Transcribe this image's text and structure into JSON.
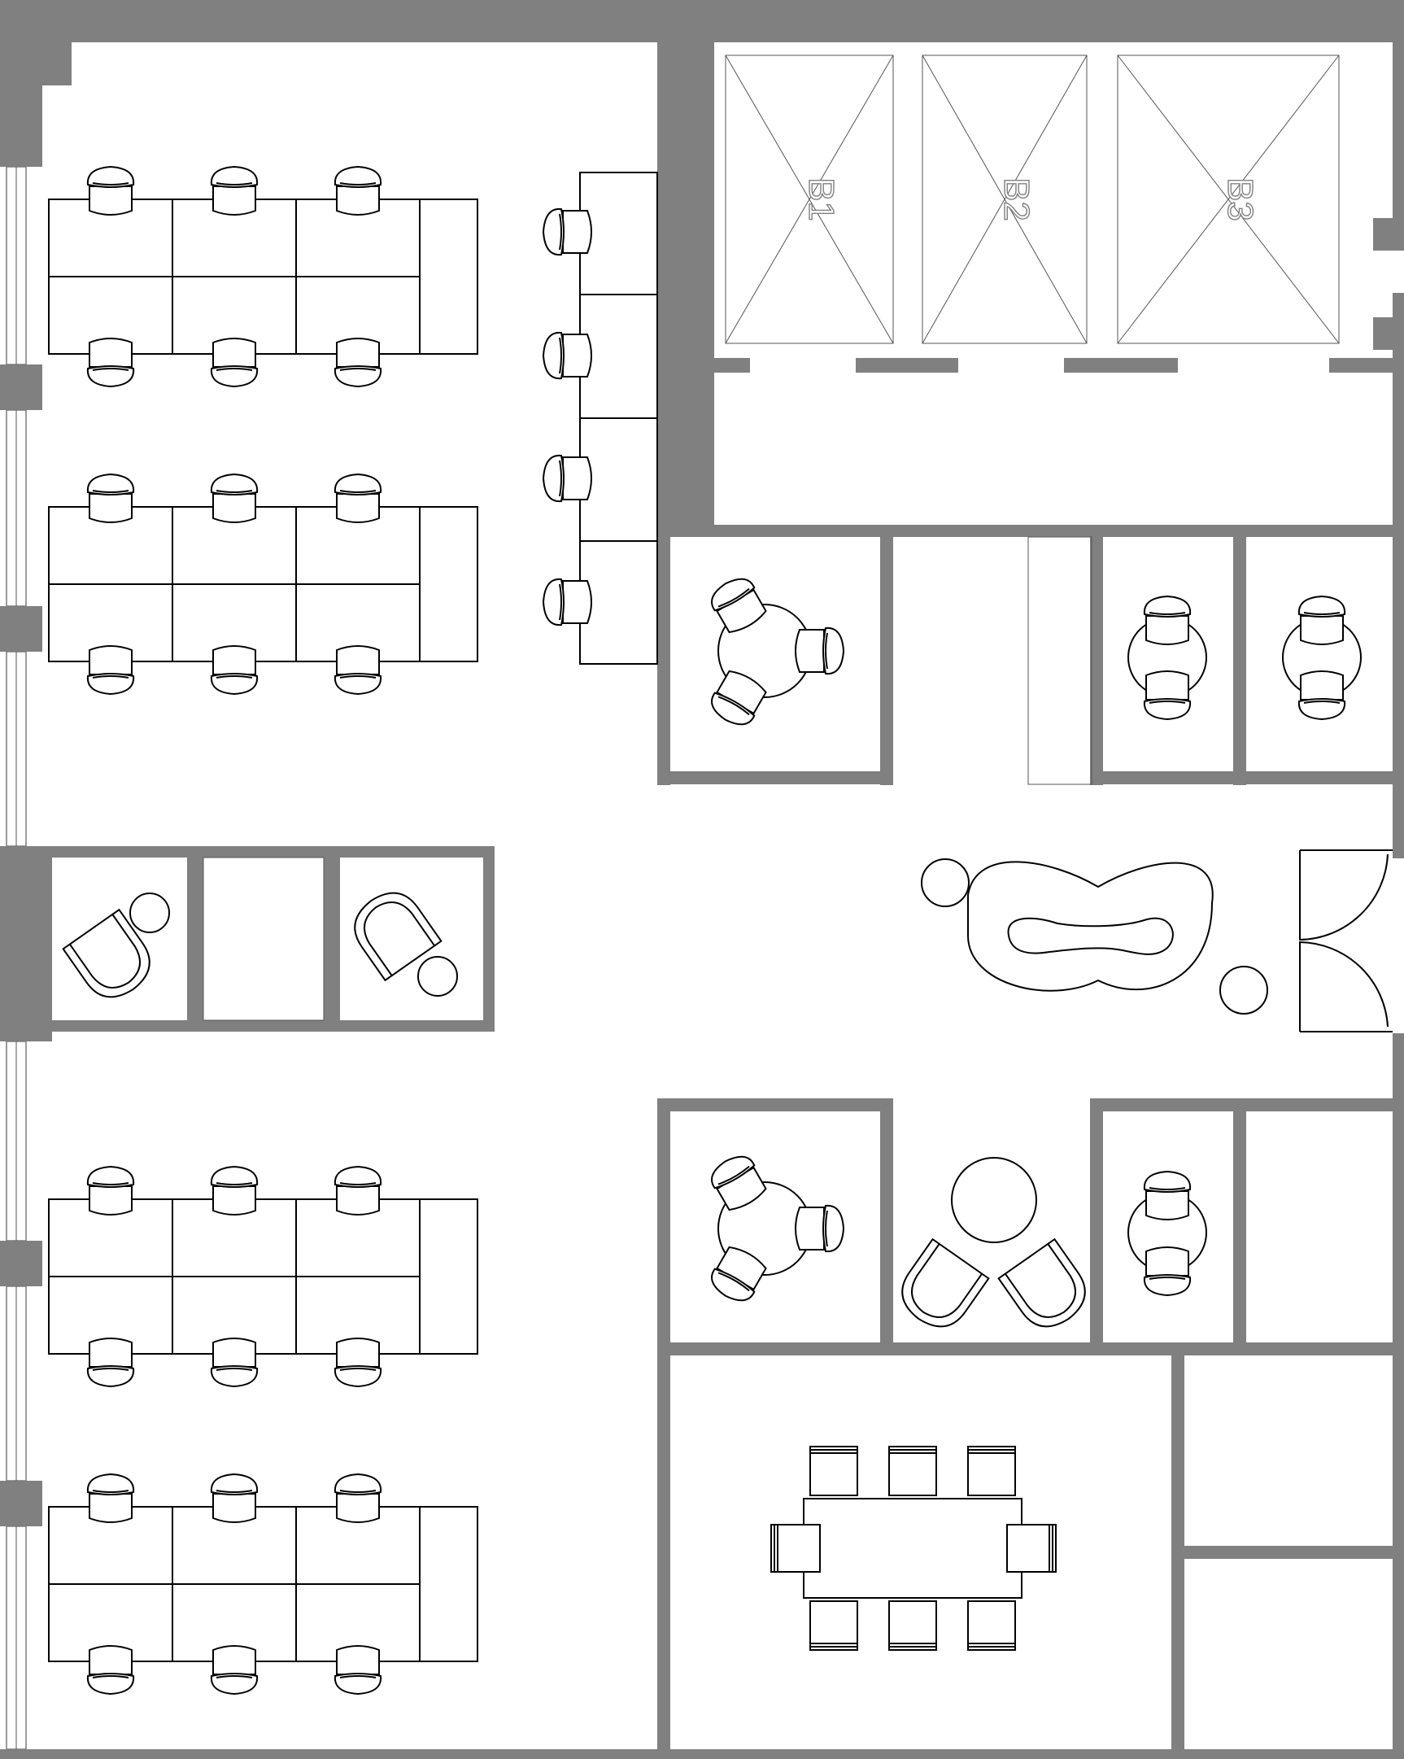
{
  "plan": {
    "wall_color": "#808080",
    "line_color": "#000000",
    "background": "#ffffff",
    "booths": [
      {
        "id": "b1",
        "label": "B1"
      },
      {
        "id": "b2",
        "label": "B2"
      },
      {
        "id": "b3",
        "label": "B3"
      }
    ]
  }
}
